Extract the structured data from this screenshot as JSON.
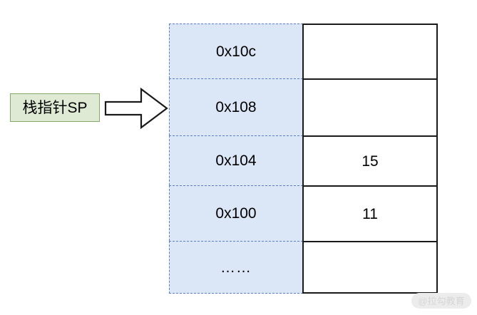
{
  "diagram": {
    "title": "stack-pointer-memory-layout",
    "pointer_label": "栈指针SP",
    "arrow_icon": "right-arrow-icon",
    "colors": {
      "address_fill": "#dbe7f7",
      "address_border": "#5b7fc7",
      "value_fill": "#ffffff",
      "value_border": "#1a1a1a",
      "label_fill": "#dfead5",
      "label_border": "#86a96c",
      "background": "#ffffff",
      "watermark_text": "#d6d6d6",
      "watermark_fill": "#ececec"
    },
    "rows": [
      {
        "address": "0x10c",
        "value": ""
      },
      {
        "address": "0x108",
        "value": ""
      },
      {
        "address": "0x104",
        "value": "15"
      },
      {
        "address": "0x100",
        "value": "11"
      },
      {
        "address": "……",
        "value": ""
      }
    ]
  },
  "watermark": {
    "text": "@拉勾教育"
  }
}
